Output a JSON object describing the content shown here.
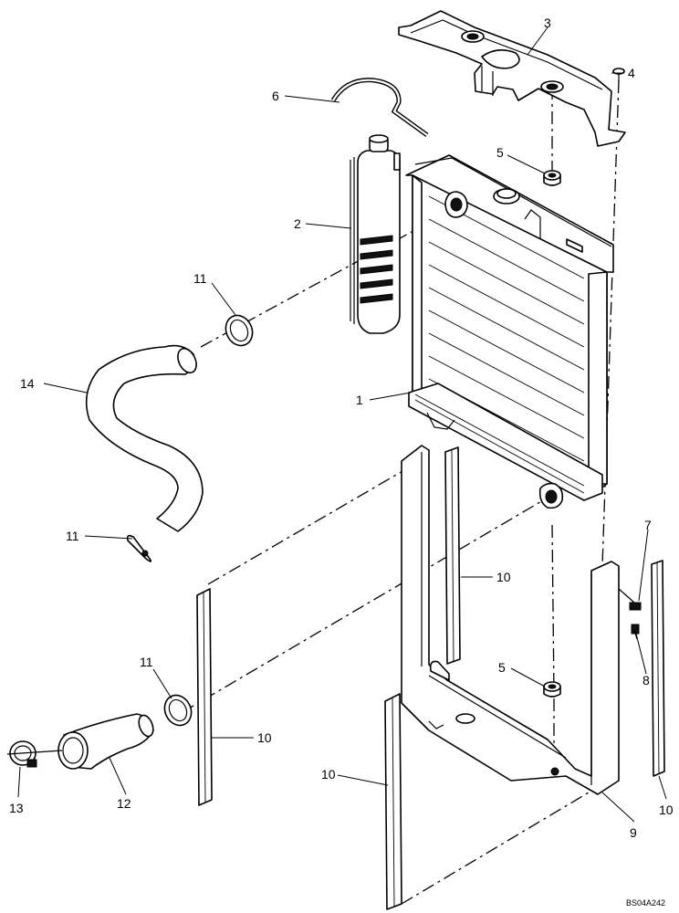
{
  "callouts": {
    "c1": "1",
    "c2": "2",
    "c3": "3",
    "c4": "4",
    "c5a": "5",
    "c5b": "5",
    "c6": "6",
    "c7": "7",
    "c8": "8",
    "c9": "9",
    "c10a": "10",
    "c10b": "10",
    "c10c": "10",
    "c10d": "10",
    "c11a": "11",
    "c11b": "11",
    "c11c": "11",
    "c12": "12",
    "c13": "13",
    "c14": "14"
  },
  "drawing_code": "BS04A242"
}
